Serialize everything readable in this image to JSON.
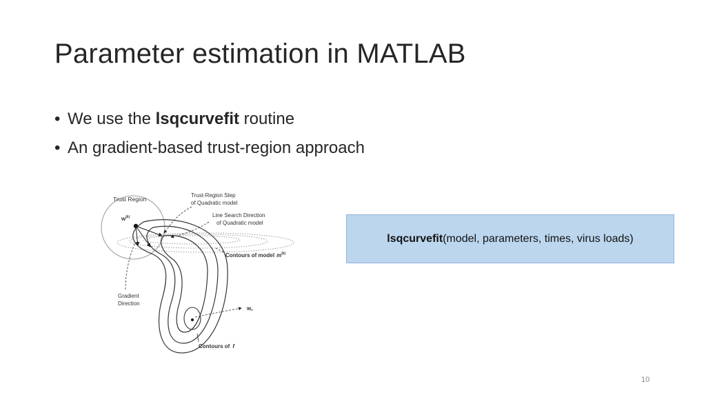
{
  "slide": {
    "title": "Parameter estimation in MATLAB",
    "page_number": "10"
  },
  "bullets": [
    {
      "marker": "•",
      "prefix": "We use the ",
      "bold": "lsqcurvefit",
      "suffix": " routine"
    },
    {
      "marker": "•",
      "text": "An gradient-based trust-region approach"
    }
  ],
  "figure": {
    "labels": {
      "trust_region": "Trust Region",
      "wk": "w",
      "wk_sup": "(k)",
      "trust_step_line1": "Trust-Region Step",
      "trust_step_line2": "of Quadratic model",
      "line_search_line1": "Line Search Direction",
      "line_search_line2": "of Quadratic model",
      "contours_model": "Contours of model",
      "contours_model_m": "m",
      "contours_model_sup": "(k)",
      "gradient_line1": "Gradient",
      "gradient_line2": "Direction",
      "w_star": "w",
      "w_star_sub": "*",
      "contours_f": "Contours of",
      "contours_f_sym": "f"
    }
  },
  "callout": {
    "bold": "lsqcurvefit",
    "rest": "(model, parameters, times, virus loads)",
    "fill": "#bcd6ee",
    "border": "#8fb2d8"
  }
}
